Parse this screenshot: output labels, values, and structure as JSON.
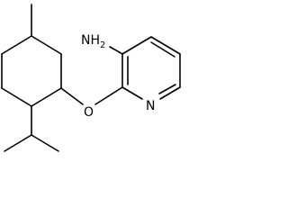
{
  "molecule": {
    "atoms": {
      "amine": "NH",
      "amine_subscript": "2",
      "ether_oxygen": "O",
      "ring_nitrogen": "N"
    }
  },
  "colors": {
    "bond": "#000000",
    "label": "#000000",
    "background": "#ffffff"
  }
}
